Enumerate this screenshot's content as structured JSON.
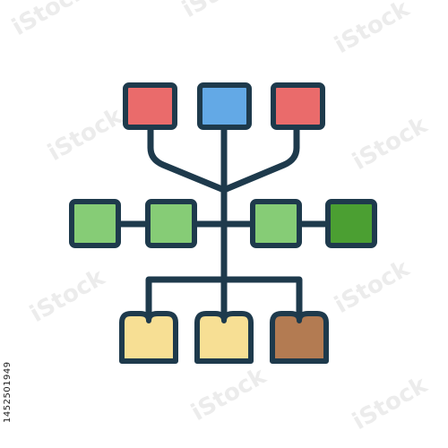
{
  "image": {
    "stock_id": "1452501949",
    "watermark_text": "iStock"
  },
  "colors": {
    "stroke": "#1e3a4c",
    "red": "#ea6b6b",
    "blue": "#63a9e6",
    "green_light": "#86cc76",
    "green_dark": "#4b9f32",
    "yellow": "#f7df94",
    "brown": "#b37b52",
    "watermark": "#e4e4e4"
  },
  "diagram": {
    "top_nodes": [
      "red",
      "blue",
      "red"
    ],
    "middle_nodes": [
      "green_light",
      "green_light",
      "green_light",
      "green_dark"
    ],
    "bottom_nodes": [
      "yellow",
      "yellow",
      "brown"
    ]
  }
}
